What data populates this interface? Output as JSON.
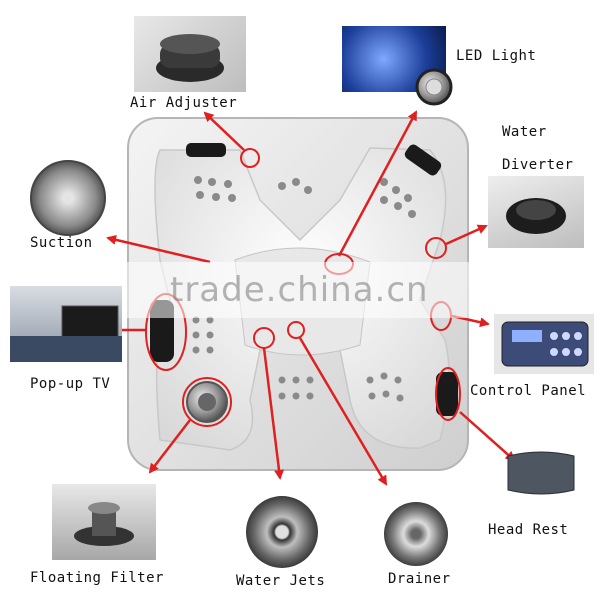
{
  "labels": {
    "air_adjuster": "Air Adjuster",
    "led_light": "LED Light",
    "water_diverter_line1": "Water",
    "water_diverter_line2": "Diverter",
    "suction": "Suction",
    "popup_tv": "Pop-up TV",
    "control_panel": "Control Panel",
    "head_rest": "Head Rest",
    "floating_filter": "Floating Filter",
    "water_jets": "Water Jets",
    "drainer": "Drainer"
  },
  "watermark": "trade.china.cn",
  "colors": {
    "arrow": "#e02020",
    "tub_shell": "#dcdcdc",
    "tub_seat": "#f2f2f2",
    "jet": "#8a8a8a"
  }
}
